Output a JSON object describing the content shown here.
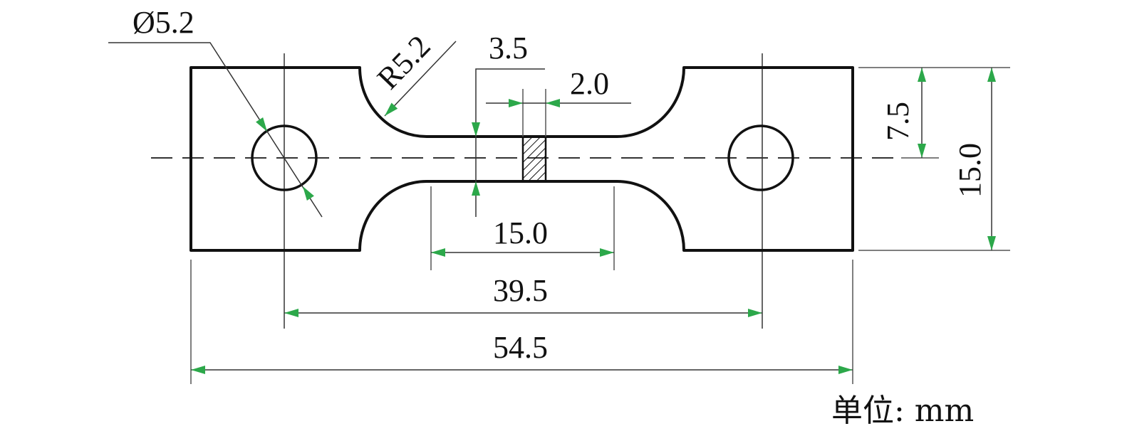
{
  "colors": {
    "arrow": "#2ca84a",
    "line": "#111111"
  },
  "labels": {
    "hole_diameter": "Ø5.2",
    "fillet_radius": "R5.2",
    "gauge_width": "3.5",
    "strain_gauge_length": "2.0",
    "grip_half_width": "7.5",
    "grip_width": "15.0",
    "gauge_length": "15.0",
    "hole_spacing": "39.5",
    "overall_length": "54.5",
    "unit": "单位: mm"
  }
}
